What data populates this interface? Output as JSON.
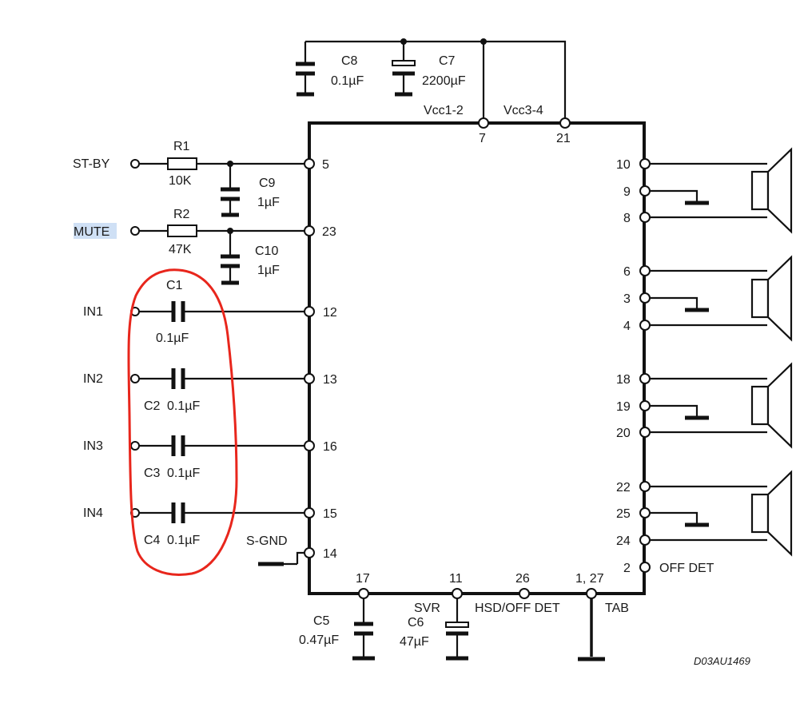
{
  "components": {
    "c8": {
      "name": "C8",
      "value": "0.1µF"
    },
    "c7": {
      "name": "C7",
      "value": "2200µF"
    },
    "r1": {
      "name": "R1",
      "value": "10K"
    },
    "r2": {
      "name": "R2",
      "value": "47K"
    },
    "c9": {
      "name": "C9",
      "value": "1µF"
    },
    "c10": {
      "name": "C10",
      "value": "1µF"
    },
    "c1": {
      "name": "C1",
      "value": "0.1µF"
    },
    "c2": {
      "name": "C2",
      "value": "0.1µF"
    },
    "c3": {
      "name": "C3",
      "value": "0.1µF"
    },
    "c4": {
      "name": "C4",
      "value": "0.1µF"
    },
    "c5": {
      "name": "C5",
      "value": "0.47µF"
    },
    "c6": {
      "name": "C6",
      "value": "47µF"
    }
  },
  "signals": {
    "stby": "ST-BY",
    "mute": "MUTE",
    "in1": "IN1",
    "in2": "IN2",
    "in3": "IN3",
    "in4": "IN4",
    "sgnd": "S-GND",
    "vcc12": "Vcc1-2",
    "vcc34": "Vcc3-4",
    "svr": "SVR",
    "hsd": "HSD/OFF DET",
    "tab": "TAB",
    "offdet": "OFF DET"
  },
  "pins": {
    "p7": "7",
    "p21": "21",
    "p5": "5",
    "p23": "23",
    "p12": "12",
    "p13": "13",
    "p16": "16",
    "p15": "15",
    "p14": "14",
    "p10": "10",
    "p9": "9",
    "p8": "8",
    "p6": "6",
    "p3": "3",
    "p4": "4",
    "p18": "18",
    "p19": "19",
    "p20": "20",
    "p22": "22",
    "p25": "25",
    "p24": "24",
    "p2": "2",
    "p17": "17",
    "p11": "11",
    "p26": "26",
    "p127": "1, 27"
  },
  "drawing_code": "D03AU1469",
  "annotation": {
    "color": "#e8261c",
    "highlight": "#cfe0f5"
  }
}
